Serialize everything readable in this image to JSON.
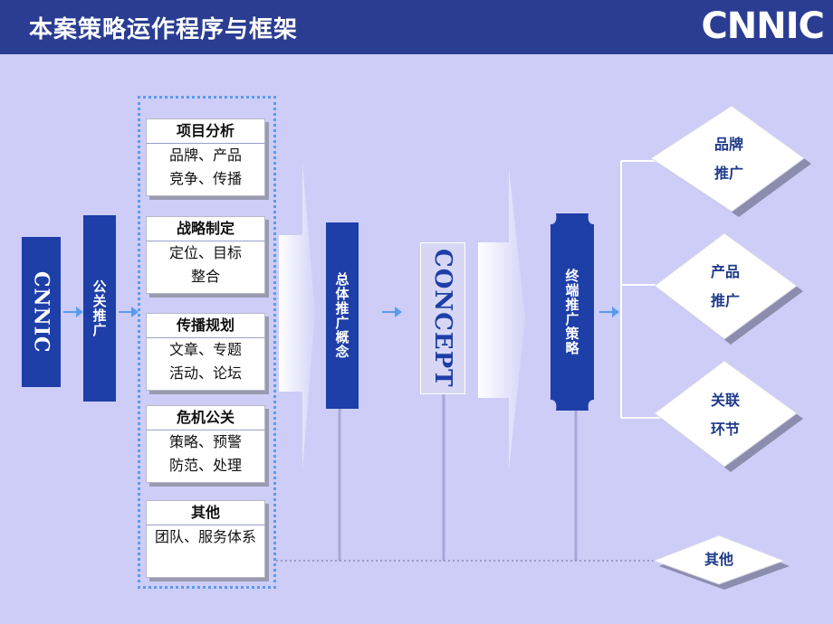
{
  "header": {
    "title": "本案策略运作程序与框架",
    "logo": "CNNIC"
  },
  "left_bar": {
    "label": "CNNIC"
  },
  "pr_bar": {
    "label": "公关推广"
  },
  "cards": [
    {
      "title": "项目分析",
      "lines": [
        "品牌、产品",
        "竞争、传播"
      ]
    },
    {
      "title": "战略制定",
      "lines": [
        "定位、目标",
        "整合"
      ]
    },
    {
      "title": "传播规划",
      "lines": [
        "文章、专题",
        "活动、论坛"
      ]
    },
    {
      "title": "危机公关",
      "lines": [
        "策略、预警",
        "防范、处理"
      ]
    },
    {
      "title": "其他",
      "lines": [
        "团队、服务体系"
      ]
    }
  ],
  "concept_bar": {
    "label": "总体推广概念"
  },
  "concept_box": {
    "label": "CONCEPT"
  },
  "terminal_bar": {
    "label": "终端推广策略"
  },
  "outcomes": [
    {
      "line1": "品牌",
      "line2": "推广"
    },
    {
      "line1": "产品",
      "line2": "推广"
    },
    {
      "line1": "关联",
      "line2": "环节"
    },
    {
      "line1": "其他",
      "line2": ""
    }
  ],
  "colors": {
    "background": "#cdcdf7",
    "header": "#2a3d92",
    "bar": "#1e3ea8",
    "arrow": "#5a9bf0"
  }
}
